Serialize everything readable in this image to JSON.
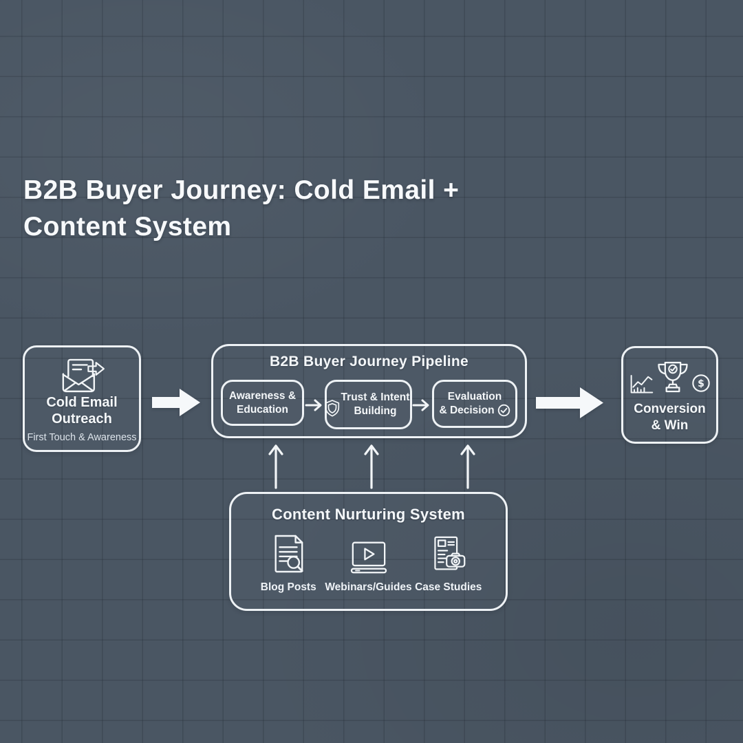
{
  "page": {
    "background_color": "#4a5663",
    "grid_line_color": "#424e5a",
    "stroke_color": "#f2f5f7",
    "text_color": "#f7f9fb"
  },
  "title": {
    "line1": "B2B Buyer Journey: Cold Email +",
    "line2": "Content System"
  },
  "cold_email": {
    "icon": "email-send-icon",
    "title_line1": "Cold Email",
    "title_line2": "Outreach",
    "subtitle": "First Touch & Awareness"
  },
  "pipeline": {
    "title": "B2B Buyer Journey Pipeline",
    "stages": [
      {
        "line1": "Awareness &",
        "line2": "Education"
      },
      {
        "icon": "shield-icon",
        "line1": "Trust & Intent",
        "line2": "Building"
      },
      {
        "icon": "check-circle-icon",
        "line1": "Evaluation",
        "line2": "& Decision"
      }
    ]
  },
  "conversion": {
    "icons": [
      "growth-chart-icon",
      "trophy-icon",
      "dollar-coin-icon"
    ],
    "coin_symbol": "$",
    "title_line1": "Conversion",
    "title_line2": "& Win"
  },
  "content_system": {
    "title": "Content Nurturing System",
    "items": [
      {
        "icon": "blog-post-icon",
        "label": "Blog Posts"
      },
      {
        "icon": "webinar-icon",
        "label": "Webinars/Guides"
      },
      {
        "icon": "case-study-icon",
        "label": "Case Studies"
      }
    ]
  }
}
